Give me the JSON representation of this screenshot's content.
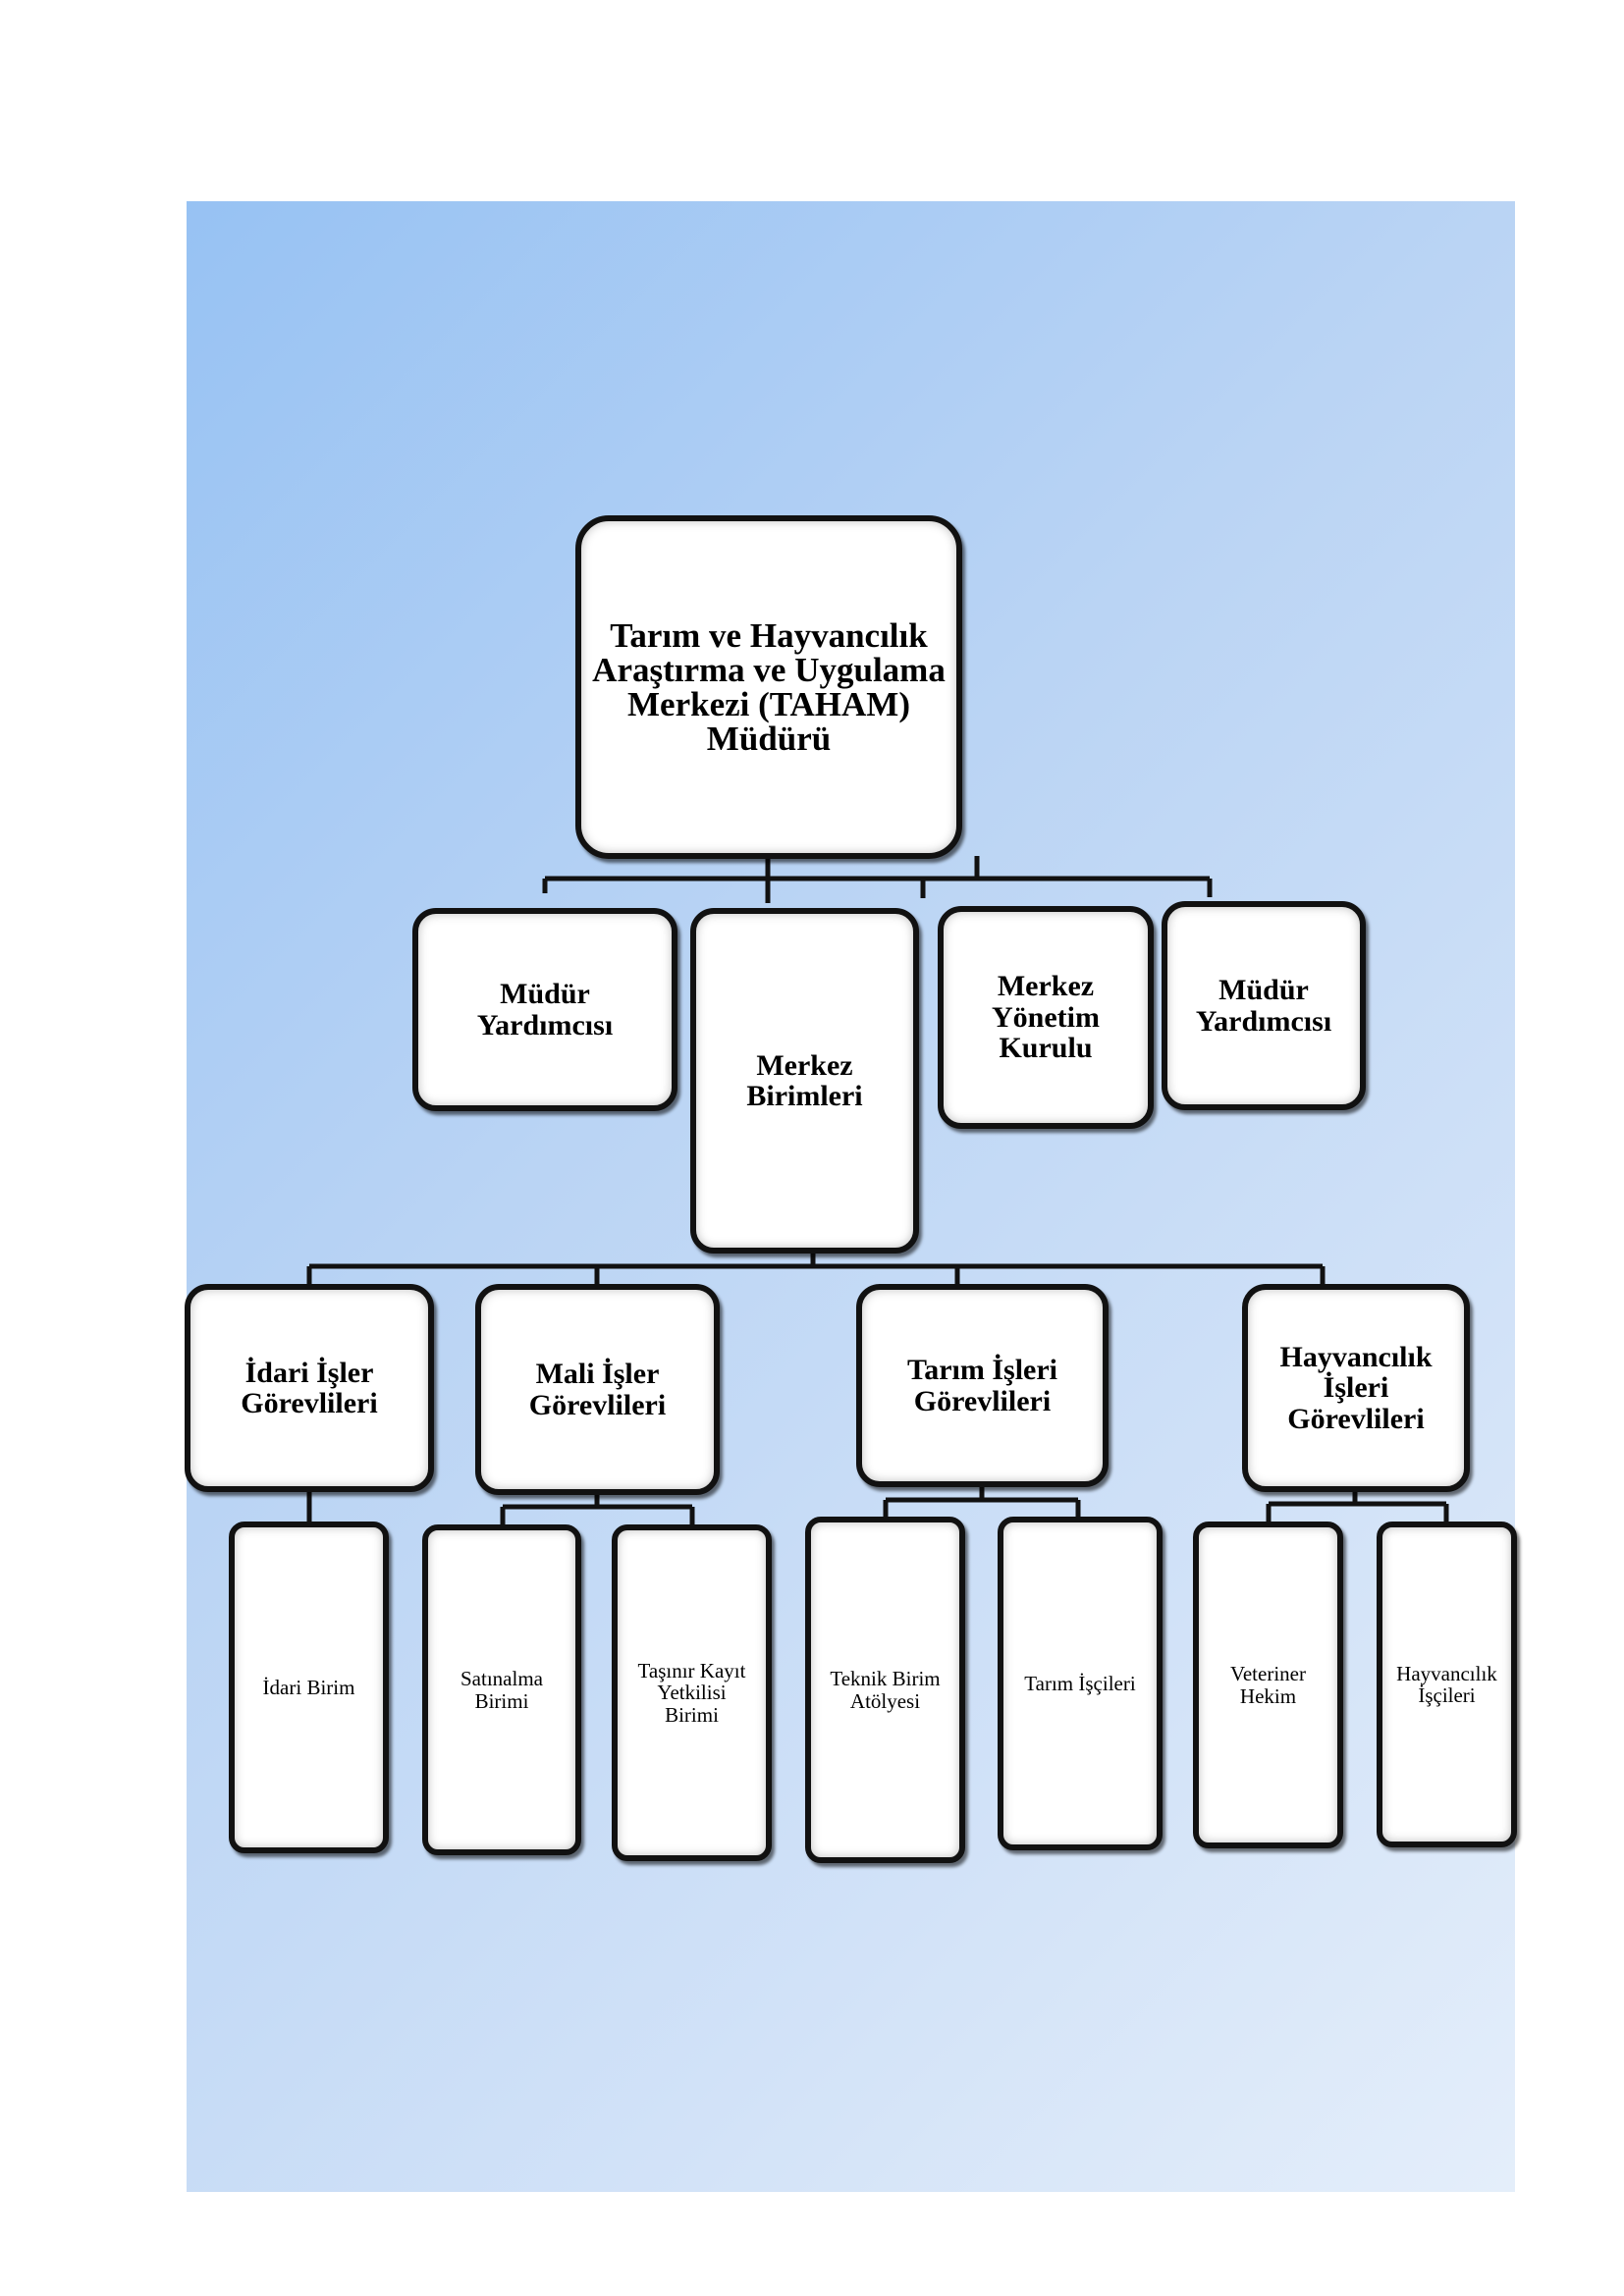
{
  "org_chart": {
    "root": {
      "label": "Tarım ve Hayvancılık\nAraştırma ve Uygulama\nMerkezi (TAHAM)\nMüdürü"
    },
    "level2": [
      {
        "label": "Müdür\nYardımcısı"
      },
      {
        "label": "Merkez\nBirimleri"
      },
      {
        "label": "Merkez\nYönetim\nKurulu"
      },
      {
        "label": "Müdür\nYardımcısı"
      }
    ],
    "level3": [
      {
        "label": "İdari İşler\nGörevlileri"
      },
      {
        "label": "Mali İşler\nGörevlileri"
      },
      {
        "label": "Tarım İşleri\nGörevlileri"
      },
      {
        "label": "Hayvancılık\nİşleri\nGörevlileri"
      }
    ],
    "level4": [
      {
        "label": "İdari Birim"
      },
      {
        "label": "Satınalma\nBirimi"
      },
      {
        "label": "Taşınır Kayıt\nYetkilisi\nBirimi"
      },
      {
        "label": "Teknik Birim\nAtölyesi"
      },
      {
        "label": "Tarım İşçileri"
      },
      {
        "label": "Veteriner\nHekim"
      },
      {
        "label": "Hayvancılık\nİşçileri"
      }
    ]
  }
}
